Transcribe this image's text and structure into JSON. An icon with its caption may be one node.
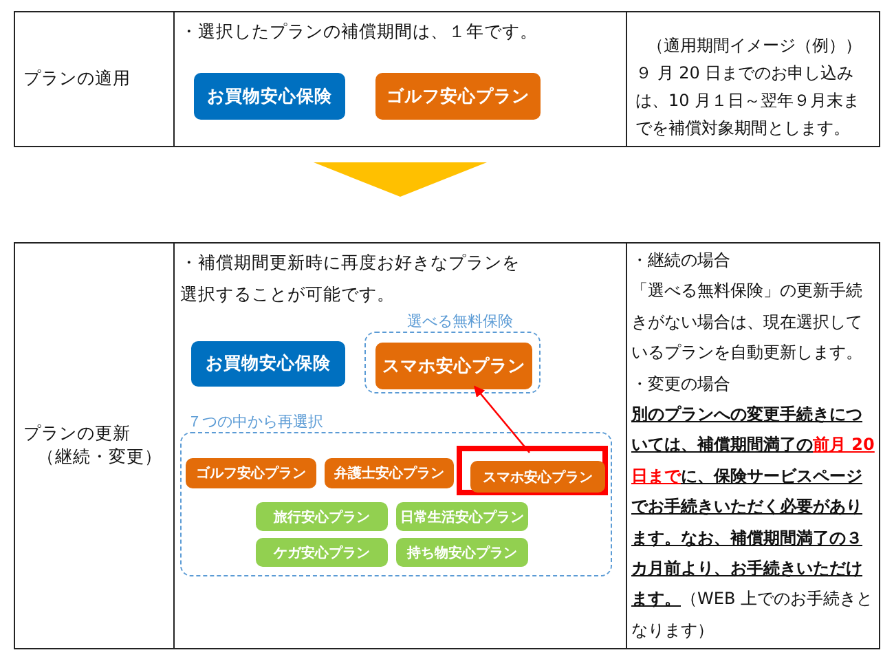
{
  "diagram": {
    "nodes": [
      {
        "text": [
          "プランの適用"
        ]
      },
      {
        "text": [
          "・選択したプランの補償期間は、１年です。"
        ]
      },
      {
        "text": [
          "お買物安心保険"
        ],
        "in": 1
      },
      {
        "text": [
          "ゴルフ安心プラン"
        ],
        "in": 1
      },
      {
        "text": [
          "（適用期間イメージ（例））",
          "９ 月 20 日までのお申し込みは、10 月１日～翌年９月末までを補償対象期間とします。"
        ]
      },
      {
        "text": [
          "プランの更新",
          "（継続・変更）"
        ]
      },
      {
        "text": [
          "・補償期間更新時に再度お好きなプランを選択することが可能です。"
        ]
      },
      {
        "text": [
          "お買物安心保険"
        ],
        "in": 6
      },
      {
        "text": [
          "選べる無料保険"
        ],
        "in": 6
      },
      {
        "text": [
          "スマホ安心プラン"
        ],
        "in": 8
      },
      {
        "text": [
          "７つの中から再選択"
        ],
        "in": 6
      },
      {
        "text": [
          "ゴルフ安心プラン"
        ],
        "in": 10
      },
      {
        "text": [
          "弁護士安心プラン"
        ],
        "in": 10
      },
      {
        "text": [],
        "shape": "box",
        "in": 10
      },
      {
        "text": [
          "スマホ安心プラン"
        ],
        "in": 13
      },
      {
        "text": [
          "旅行安心プラン"
        ],
        "in": 10
      },
      {
        "text": [
          "日常生活安心プラン"
        ],
        "in": 10
      },
      {
        "text": [
          "ケガ安心プラン"
        ],
        "in": 10
      },
      {
        "text": [
          "持ち物安心プラン"
        ],
        "in": 10
      },
      {
        "text": [
          "・継続の場合",
          "「選べる無料保険」の更新手続きがない場合は、現在選択しているプランを自動更新します。",
          "・変更の場合",
          "別のプランへの変更手続きについては、補償期間満了の",
          "前月 20 日まで",
          "に、保険サービスページでお手続きいただく必要があります。なお、補償期間満了の３カ月前より、お手続きいただけます。",
          "（WEB 上でのお手続きとなります）"
        ]
      }
    ],
    "edges": [
      {
        "from": 1,
        "to": 6,
        "arrow": "to",
        "color": "#ffc000"
      },
      {
        "from": 14,
        "to": 9,
        "arrow": "to",
        "color": "#ff0000"
      }
    ]
  }
}
